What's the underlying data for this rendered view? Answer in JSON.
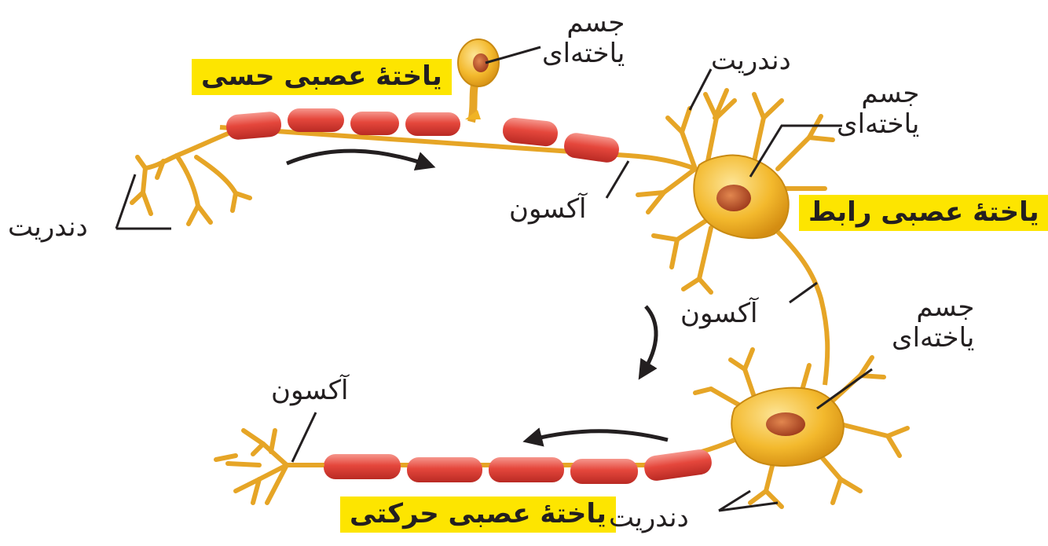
{
  "colors": {
    "highlight": "#fde500",
    "myelin": "#e0443a",
    "myelin_light": "#f38a80",
    "neuron": "#f0b324",
    "neuron_light": "#fbdd7c",
    "neuron_outline": "#c98a12",
    "nucleus": "#c0542a",
    "arrow": "#231f20"
  },
  "titles": {
    "sensory": "یاختهٔ عصبی حسی",
    "interneuron": "یاختهٔ عصبی رابط",
    "motor": "یاختهٔ عصبی حرکتی"
  },
  "labels": {
    "sensory_dendrite": "دندریت",
    "sensory_body_line1": "جسم",
    "sensory_body_line2": "یاخته‌ای",
    "inter_dendrite": "دندریت",
    "inter_body_line1": "جسم",
    "inter_body_line2": "یاخته‌ای",
    "sensory_axon": "آکسون",
    "inter_axon": "آکسون",
    "motor_body_line1": "جسم",
    "motor_body_line2": "یاخته‌ای",
    "motor_axon": "آکسون",
    "motor_dendrite": "دندریت"
  },
  "arrows": [
    {
      "meaning": "signal direction in sensory neuron",
      "icon": "curved-arrow-right-icon"
    },
    {
      "meaning": "signal direction to motor neuron",
      "icon": "curved-arrow-down-icon"
    },
    {
      "meaning": "signal direction in motor neuron",
      "icon": "curved-arrow-left-icon"
    }
  ]
}
